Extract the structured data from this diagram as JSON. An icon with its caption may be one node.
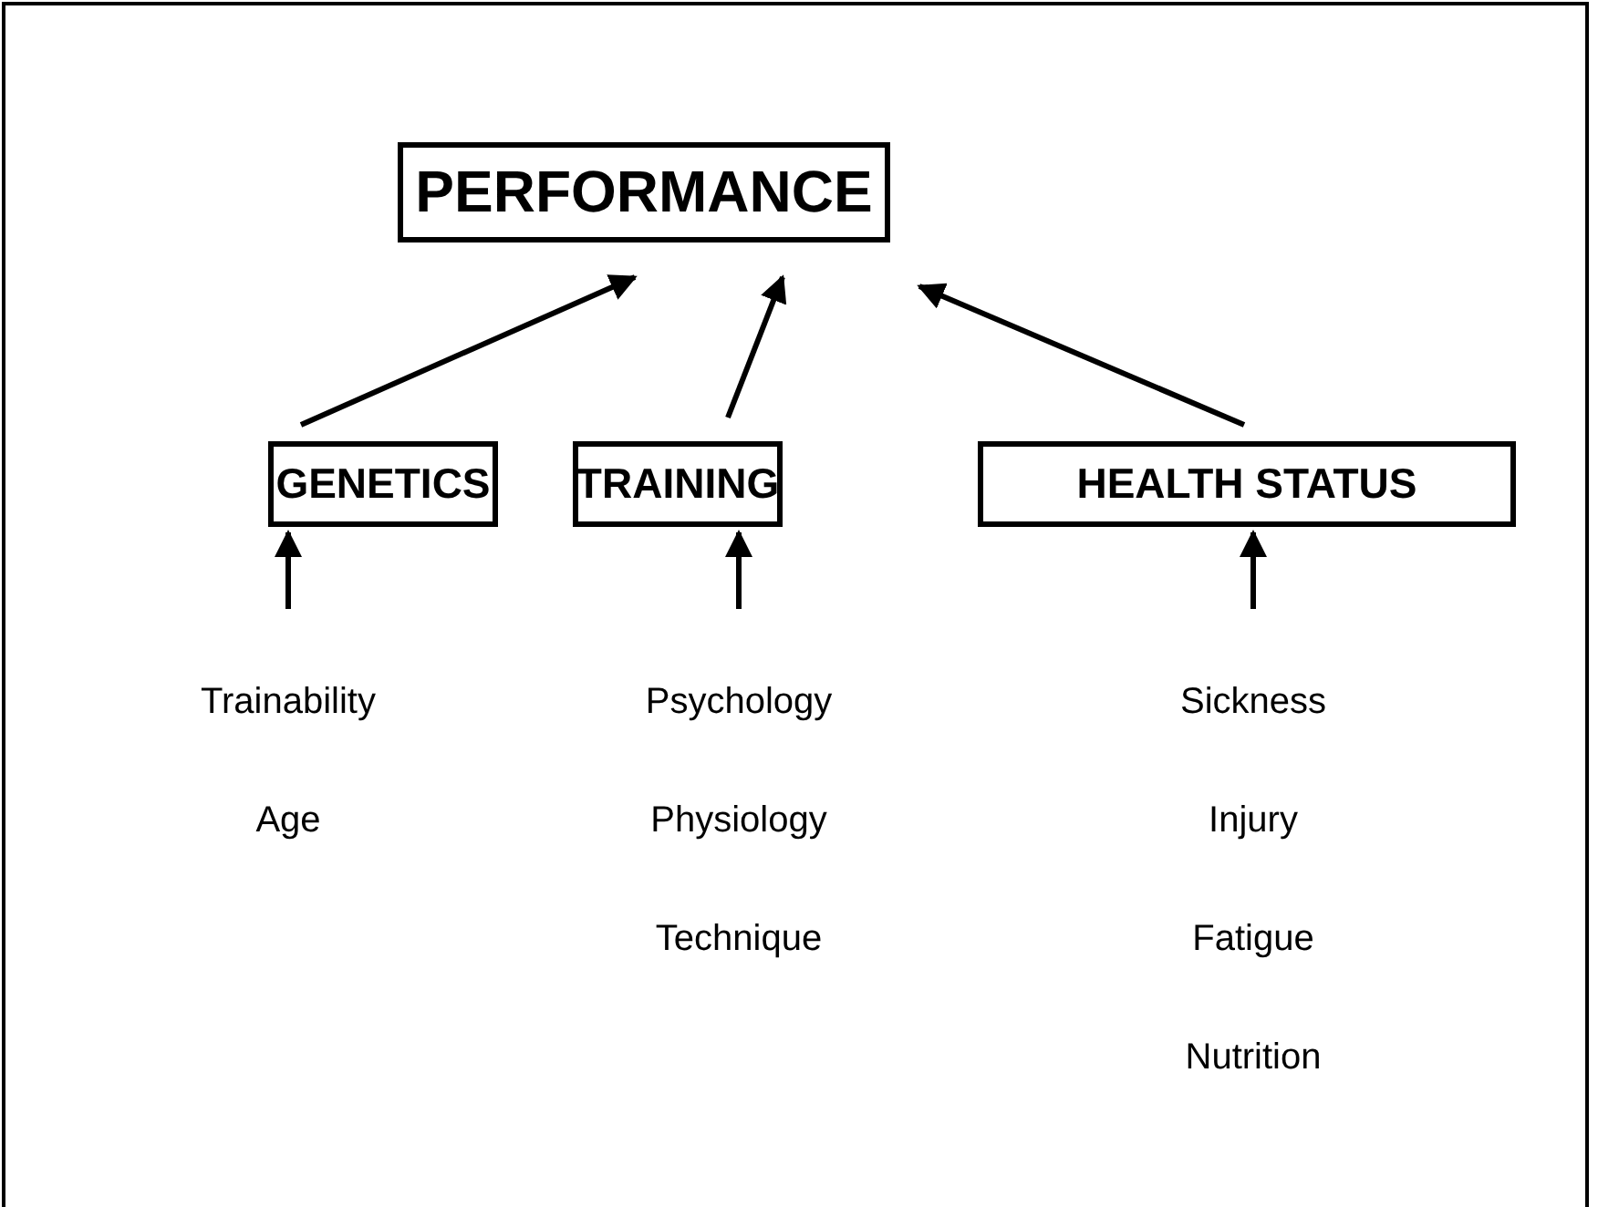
{
  "diagram": {
    "nodes": [
      {
        "text": [
          "PERFORMANCE"
        ]
      },
      {
        "text": [
          "GENETICS"
        ]
      },
      {
        "text": [
          "TRAINING"
        ]
      },
      {
        "text": [
          "HEALTH STATUS"
        ]
      },
      {
        "text": [
          "Trainability",
          "Age"
        ]
      },
      {
        "text": [
          "Psychology",
          "Physiology",
          "Technique"
        ]
      },
      {
        "text": [
          "Sickness",
          "Injury",
          "Fatigue",
          "Nutrition"
        ]
      }
    ],
    "edges": [
      {
        "from": 1,
        "to": 0,
        "arrow": "to"
      },
      {
        "from": 2,
        "to": 0,
        "arrow": "to"
      },
      {
        "from": 3,
        "to": 0,
        "arrow": "to"
      },
      {
        "from": 4,
        "to": 1,
        "arrow": "to"
      },
      {
        "from": 5,
        "to": 2,
        "arrow": "to"
      },
      {
        "from": 6,
        "to": 3,
        "arrow": "to"
      }
    ]
  }
}
